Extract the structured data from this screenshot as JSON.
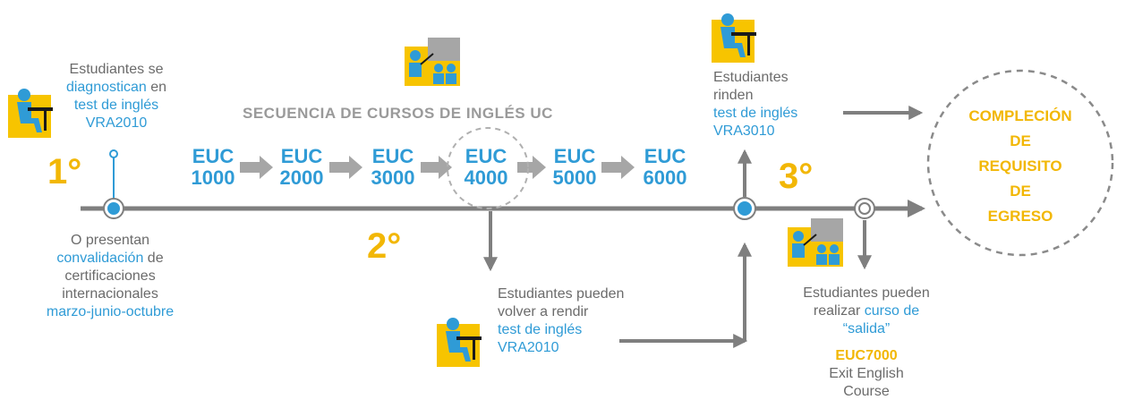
{
  "colors": {
    "line": "#7f7f7f",
    "blue": "#2f9bd6",
    "gold": "#f2b705",
    "gray_text": "#6b6b6b",
    "title_gray": "#9a9a9a"
  },
  "steps": {
    "first": "1°",
    "second": "2°",
    "third": "3°"
  },
  "left_top": {
    "line1": "Estudiantes se",
    "highlight": "diagnostican",
    "line2_rest": " en",
    "line3": "test de inglés",
    "line4": "VRA2010"
  },
  "left_bottom": {
    "line1": "O presentan",
    "highlight": "convalidación",
    "line2_rest": " de",
    "line3": "certificaciones",
    "line4": "internacionales",
    "line5": "marzo-junio-octubre"
  },
  "sequence_title": "SECUENCIA DE CURSOS DE INGLÉS UC",
  "courses": [
    {
      "code": "EUC",
      "number": "1000"
    },
    {
      "code": "EUC",
      "number": "2000"
    },
    {
      "code": "EUC",
      "number": "3000"
    },
    {
      "code": "EUC",
      "number": "4000"
    },
    {
      "code": "EUC",
      "number": "5000"
    },
    {
      "code": "EUC",
      "number": "6000"
    }
  ],
  "retake": {
    "line1": "Estudiantes pueden",
    "line2": "volver a rendir",
    "line3": "test de inglés",
    "line4": "VRA2010"
  },
  "top_right": {
    "line1": "Estudiantes",
    "line2": "rinden",
    "line3": "test de inglés",
    "line4": "VRA3010"
  },
  "exit_course": {
    "line1": "Estudiantes pueden",
    "line2a": "realizar ",
    "line2b": "curso de",
    "line3": "“salida”",
    "code": "EUC7000",
    "name1": "Exit English",
    "name2": "Course"
  },
  "goal": {
    "l1": "COMPLECIÓN",
    "l2": "DE",
    "l3": "REQUISITO",
    "l4": "DE",
    "l5": "EGRESO"
  },
  "icons": [
    "student-test-icon",
    "classroom-icon"
  ]
}
